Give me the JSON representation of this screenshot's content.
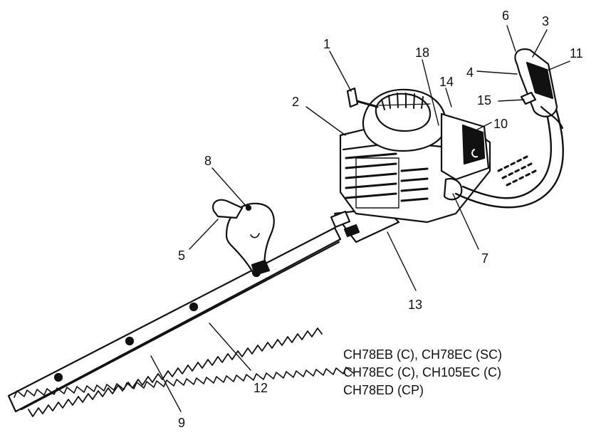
{
  "callouts": {
    "c1": "1",
    "c2": "2",
    "c3": "3",
    "c4": "4",
    "c5": "5",
    "c6": "6",
    "c7": "7",
    "c8": "8",
    "c9": "9",
    "c10": "10",
    "c11": "11",
    "c12": "12",
    "c13": "13",
    "c14": "14",
    "c15": "15",
    "c18": "18"
  },
  "models": [
    "CH78EB (C), CH78EC (SC)",
    "CH78EC (C), CH105EC (C)",
    "CH78ED (CP)"
  ]
}
